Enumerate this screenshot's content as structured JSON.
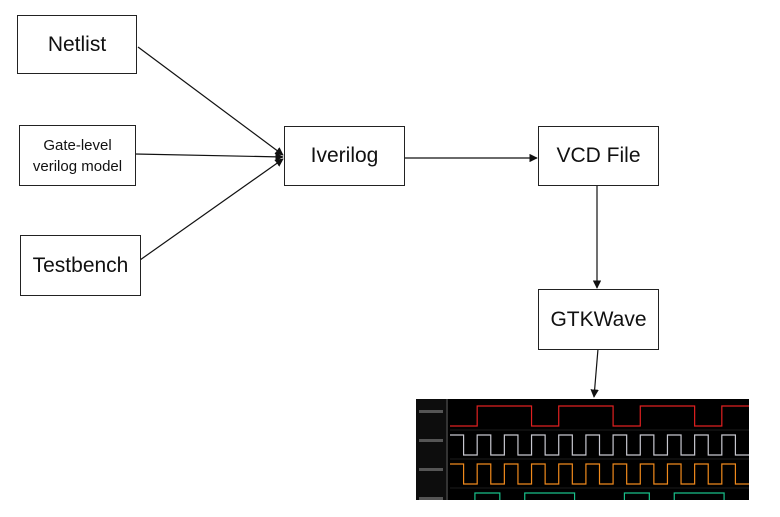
{
  "nodes": {
    "netlist": "Netlist",
    "gate_level_line1": "Gate-level",
    "gate_level_line2": "verilog model",
    "testbench": "Testbench",
    "iverilog": "Iverilog",
    "vcd_file": "VCD File",
    "gtkwave": "GTKWave"
  },
  "edges": [
    {
      "from": "netlist",
      "to": "iverilog"
    },
    {
      "from": "gate_level",
      "to": "iverilog"
    },
    {
      "from": "testbench",
      "to": "iverilog"
    },
    {
      "from": "iverilog",
      "to": "vcd_file"
    },
    {
      "from": "vcd_file",
      "to": "gtkwave"
    },
    {
      "from": "gtkwave",
      "to": "waveform"
    }
  ],
  "waveform": {
    "signals": [
      {
        "color": "#e02020",
        "pattern": [
          0,
          1,
          1,
          0,
          1,
          1,
          0,
          1,
          1,
          0,
          1
        ]
      },
      {
        "color": "#c8c8d0",
        "pattern": [
          1,
          0,
          1,
          0,
          1,
          0,
          1,
          0,
          1,
          0,
          1,
          0,
          1,
          0,
          1,
          0,
          1,
          0,
          1,
          0,
          1,
          0
        ]
      },
      {
        "color": "#f08a1c",
        "pattern": [
          1,
          0,
          1,
          0,
          1,
          0,
          1,
          0,
          1,
          0,
          1,
          0,
          1,
          0,
          1,
          0,
          1,
          0,
          1,
          0,
          1,
          0
        ]
      },
      {
        "color": "#18c08a",
        "pattern": [
          0,
          1,
          0,
          1,
          1,
          0,
          0,
          1,
          0,
          1,
          1,
          0
        ]
      }
    ],
    "background": "#000000",
    "gridColor": "#3a3a3a"
  }
}
